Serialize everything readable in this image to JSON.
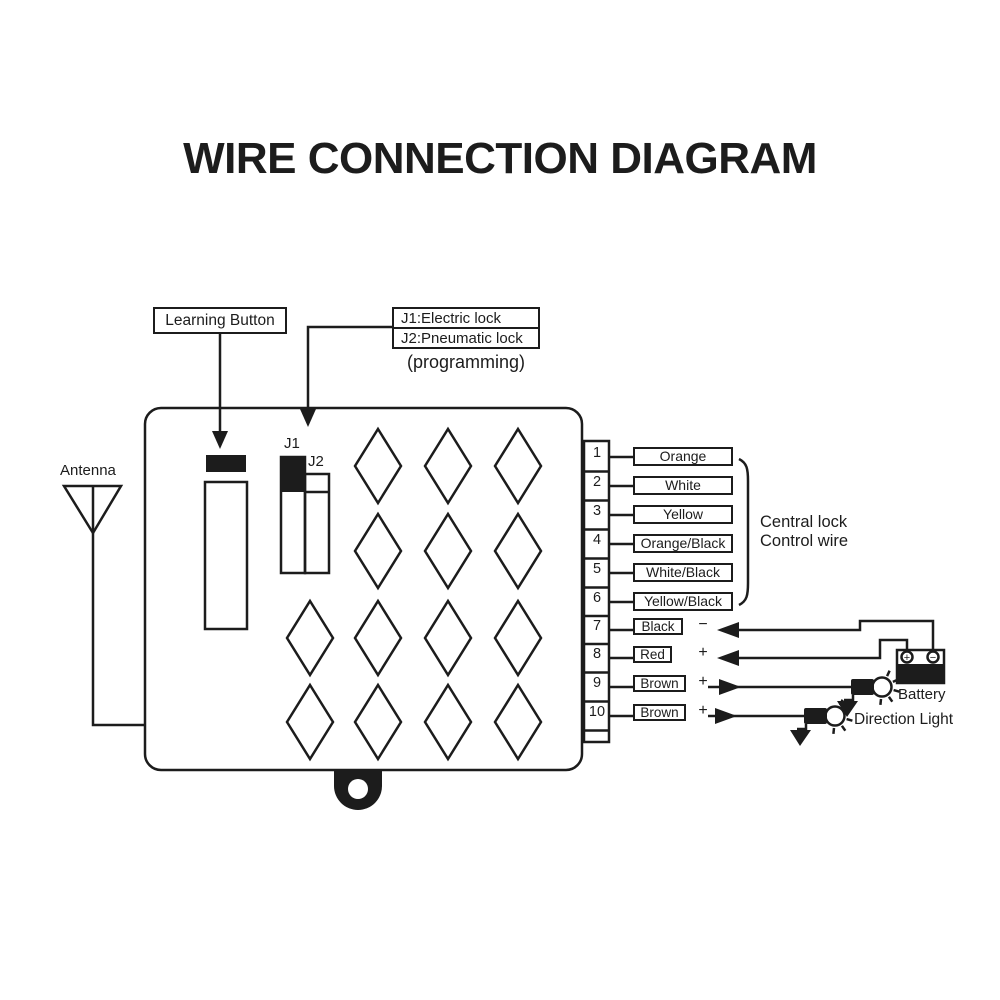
{
  "title": "WIRE CONNECTION DIAGRAM",
  "callouts": {
    "learning_button": "Learning Button",
    "j1_lock": "J1:Electric lock",
    "j2_lock": "J2:Pneumatic lock",
    "programming": "(programming)",
    "antenna": "Antenna"
  },
  "unit": {
    "j1": "J1",
    "j2": "J2"
  },
  "pins": [
    {
      "number": "1",
      "wire": "Orange",
      "polarity": ""
    },
    {
      "number": "2",
      "wire": "White",
      "polarity": ""
    },
    {
      "number": "3",
      "wire": "Yellow",
      "polarity": ""
    },
    {
      "number": "4",
      "wire": "Orange/Black",
      "polarity": ""
    },
    {
      "number": "5",
      "wire": "White/Black",
      "polarity": ""
    },
    {
      "number": "6",
      "wire": "Yellow/Black",
      "polarity": ""
    },
    {
      "number": "7",
      "wire": "Black",
      "polarity": "−"
    },
    {
      "number": "8",
      "wire": "Red",
      "polarity": "+"
    },
    {
      "number": "9",
      "wire": "Brown",
      "polarity": "+"
    },
    {
      "number": "10",
      "wire": "Brown",
      "polarity": "+"
    }
  ],
  "annotations": {
    "central_lock_line1": "Central lock",
    "central_lock_line2": "Control wire",
    "battery": "Battery",
    "direction_light": "Direction Light",
    "battery_positive": "+",
    "battery_negative": "−"
  },
  "colors": {
    "ink": "#1c1c1c",
    "background": "#ffffff"
  }
}
